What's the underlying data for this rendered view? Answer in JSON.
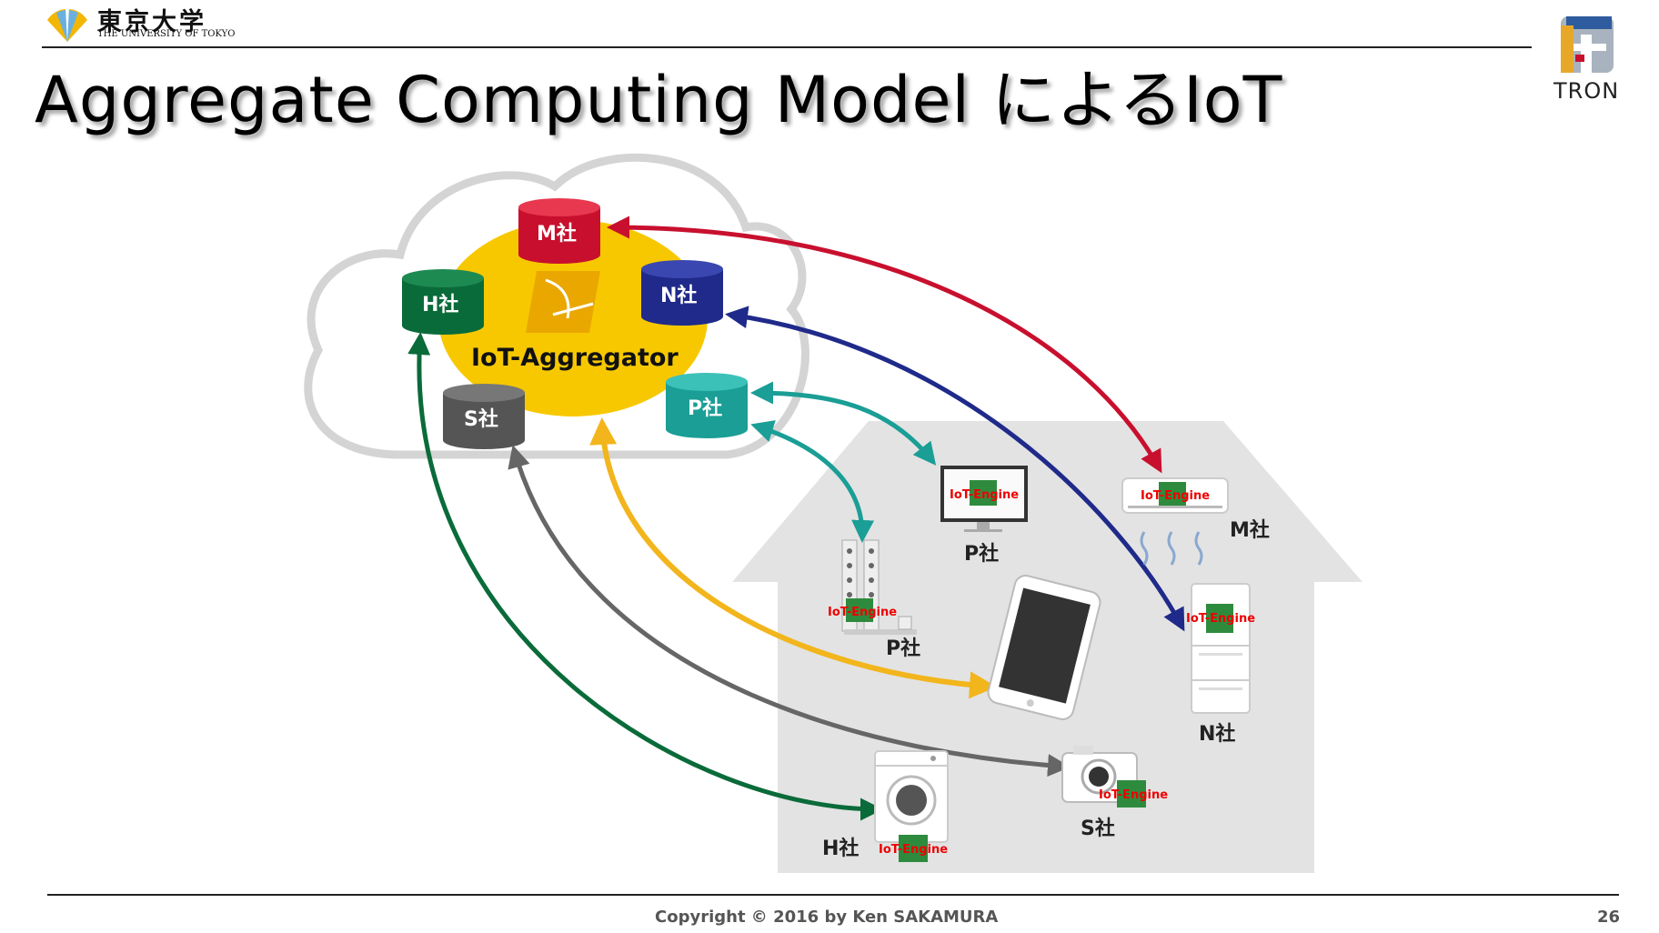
{
  "header": {
    "university_name": "東京大学",
    "university_name_en": "THE UNIVERSITY OF TOKYO",
    "title": "Aggregate Computing Model によるIoT",
    "tron_label": "TRON"
  },
  "diagram": {
    "aggregator_label": "IoT-Aggregator",
    "engine_label": "IoT-Engine",
    "cloud_companies": {
      "m": "M社",
      "n": "N社",
      "h": "H社",
      "s": "S社",
      "p": "P社"
    },
    "device_labels": {
      "tv": "P社",
      "speaker": "P社",
      "aircon": "M社",
      "fridge": "N社",
      "washer": "H社",
      "camera": "S社"
    },
    "colors": {
      "m": "#c8102e",
      "n": "#1f2a8a",
      "h": "#0a6b3a",
      "s": "#5a5a5a",
      "p": "#1a9e96",
      "aggregator": "#f2c200",
      "house": "#e3e3e3",
      "cloud": "#d4d4d4"
    }
  },
  "footer": {
    "copyright": "Copyright © 2016 by Ken SAKAMURA",
    "page_number": "26"
  }
}
